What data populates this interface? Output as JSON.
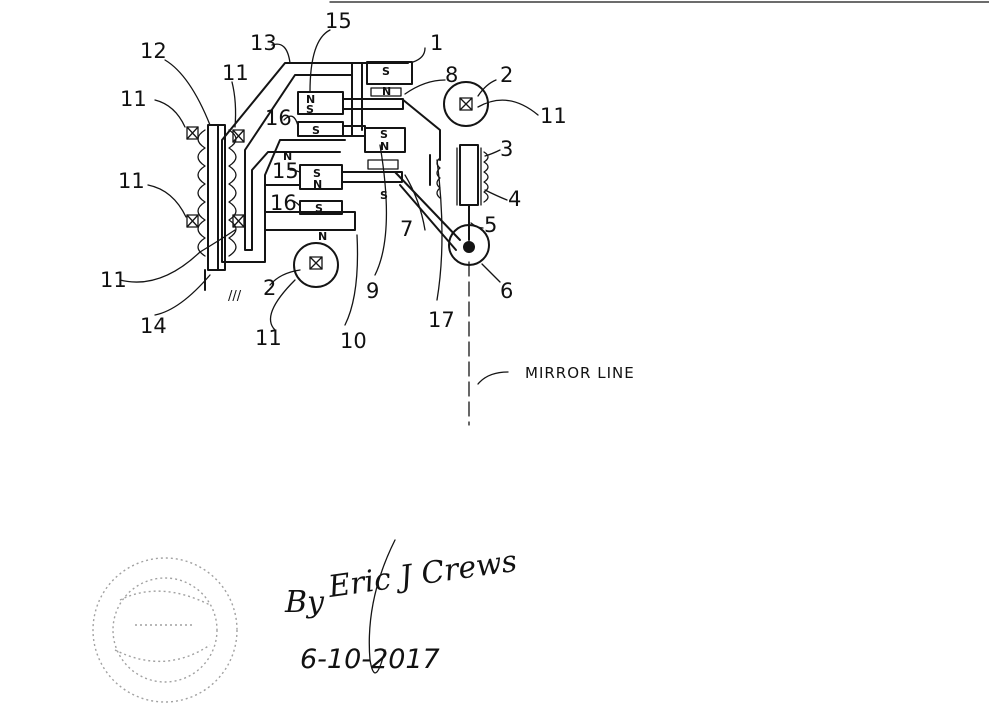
{
  "labels": {
    "n1": "1",
    "n2": "2",
    "n3": "3",
    "n4": "4",
    "n5": "5",
    "n6": "6",
    "n7": "7",
    "n8": "8",
    "n9": "9",
    "n10": "10",
    "n11": "11",
    "n12": "12",
    "n13": "13",
    "n14": "14",
    "n15": "15",
    "n16": "16",
    "n17": "17"
  },
  "poles": {
    "south": "S",
    "north": "N"
  },
  "mirror_line": "MIRROR LINE",
  "signature": {
    "by": "By",
    "name": "Eric J Crews",
    "date": "6-10-2017"
  },
  "stamp_label": "notary-seal",
  "colors": {
    "ink": "#141414",
    "paper": "#ffffff"
  }
}
